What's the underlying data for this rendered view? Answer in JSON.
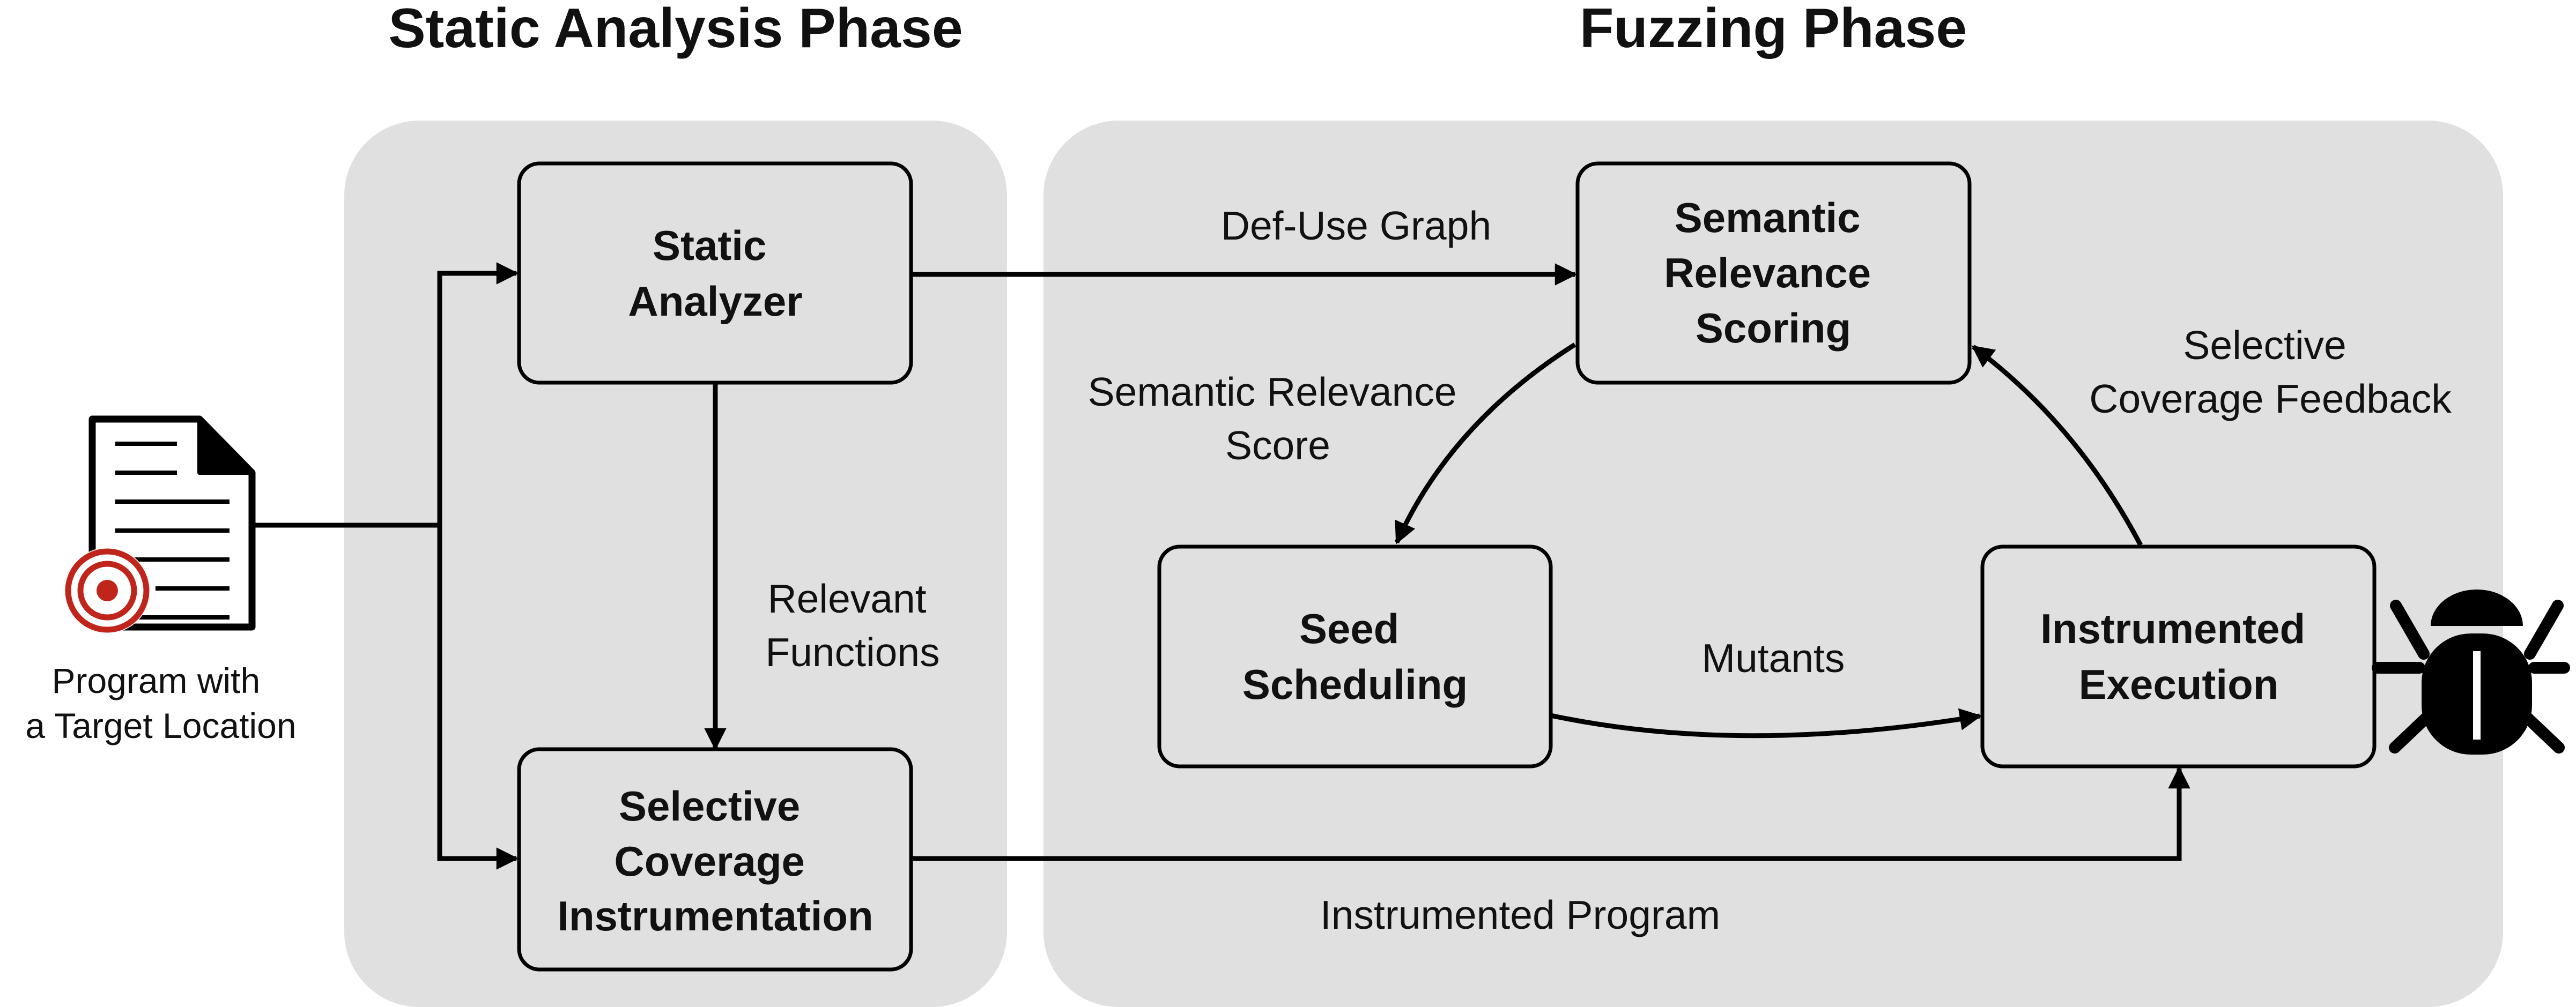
{
  "phases": {
    "static_title": "Static Analysis Phase",
    "fuzzing_title": "Fuzzing Phase"
  },
  "nodes": {
    "static_analyzer": [
      "Static",
      "Analyzer"
    ],
    "selective_coverage": [
      "Selective",
      "Coverage",
      "Instrumentation"
    ],
    "semantic_relevance": [
      "Semantic",
      "Relevance",
      "Scoring"
    ],
    "seed_scheduling": [
      "Seed",
      "Scheduling"
    ],
    "instrumented_execution": [
      "Instrumented",
      "Execution"
    ]
  },
  "edges": {
    "def_use_graph": [
      "Def-Use Graph"
    ],
    "relevant_functions": [
      "Relevant",
      "Functions"
    ],
    "semantic_relevance_score": [
      "Semantic Relevance",
      "Score"
    ],
    "selective_coverage_feedback": [
      "Selective",
      "Coverage Feedback"
    ],
    "mutants": [
      "Mutants"
    ],
    "instrumented_program": [
      "Instrumented Program"
    ]
  },
  "input": {
    "label": [
      "Program with",
      "a Target Location"
    ],
    "icon": "document-with-target-icon"
  },
  "output": {
    "icon": "bug-icon"
  },
  "colors": {
    "panel": "#e0e0e0",
    "target": "#c0251c",
    "stroke": "#000000"
  }
}
